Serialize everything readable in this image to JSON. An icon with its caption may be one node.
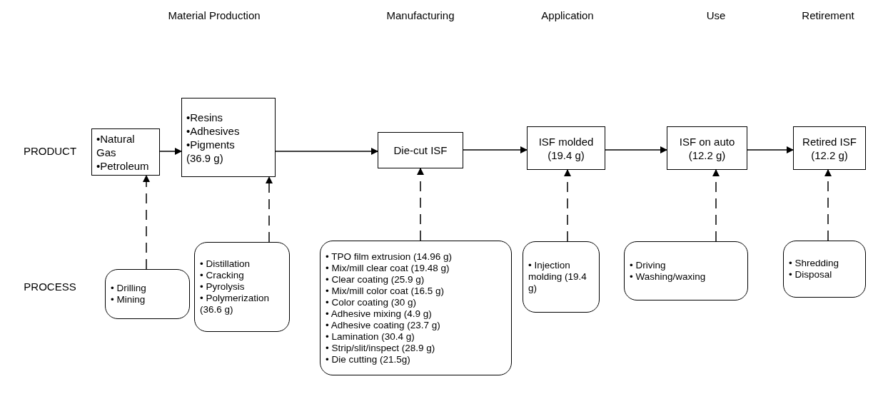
{
  "diagram": {
    "nodes": [
      {
        "text": [
          "•Natural Gas",
          "•Petroleum"
        ]
      },
      {
        "text": [
          "•Resins",
          "•Adhesives",
          "•Pigments",
          "(36.9 g)"
        ]
      },
      {
        "text": [
          "Die-cut ISF"
        ]
      },
      {
        "text": [
          "ISF molded",
          "(19.4 g)"
        ]
      },
      {
        "text": [
          "ISF on auto",
          "(12.2 g)"
        ]
      },
      {
        "text": [
          "Retired ISF",
          "(12.2 g)"
        ]
      },
      {
        "text": [
          "• Drilling",
          "• Mining"
        ]
      },
      {
        "text": [
          "• Distillation",
          "• Cracking",
          "• Pyrolysis",
          "• Polymerization (36.6 g)"
        ]
      },
      {
        "text": [
          "• TPO film extrusion (14.96 g)",
          "• Mix/mill clear coat (19.48 g)",
          "• Clear coating (25.9 g)",
          "• Mix/mill color coat (16.5 g)",
          "• Color coating (30 g)",
          "• Adhesive mixing (4.9 g)",
          "• Adhesive coating (23.7 g)",
          "• Lamination (30.4 g)",
          "• Strip/slit/inspect (28.9 g)",
          "• Die cutting (21.5g)"
        ]
      },
      {
        "text": [
          "• Injection molding (19.4 g)"
        ]
      },
      {
        "text": [
          "• Driving",
          "• Washing/waxing"
        ]
      },
      {
        "text": [
          "• Shredding",
          "• Disposal"
        ]
      }
    ],
    "edges": [
      {
        "from": 0,
        "to": 1,
        "arrow": "to"
      },
      {
        "from": 1,
        "to": 2,
        "arrow": "to"
      },
      {
        "from": 2,
        "to": 3,
        "arrow": "to"
      },
      {
        "from": 3,
        "to": 4,
        "arrow": "to"
      },
      {
        "from": 4,
        "to": 5,
        "arrow": "to"
      },
      {
        "from": 6,
        "to": 0,
        "arrow": "to",
        "style": "dashed"
      },
      {
        "from": 7,
        "to": 1,
        "arrow": "to",
        "style": "dashed"
      },
      {
        "from": 8,
        "to": 2,
        "arrow": "to",
        "style": "dashed"
      },
      {
        "from": 9,
        "to": 3,
        "arrow": "to",
        "style": "dashed"
      },
      {
        "from": 10,
        "to": 4,
        "arrow": "to",
        "style": "dashed"
      },
      {
        "from": 11,
        "to": 5,
        "arrow": "to",
        "style": "dashed"
      }
    ],
    "labels": [
      "Material Production",
      "Manufacturing",
      "Application",
      "Use",
      "Retirement",
      "PRODUCT",
      "PROCESS"
    ]
  }
}
